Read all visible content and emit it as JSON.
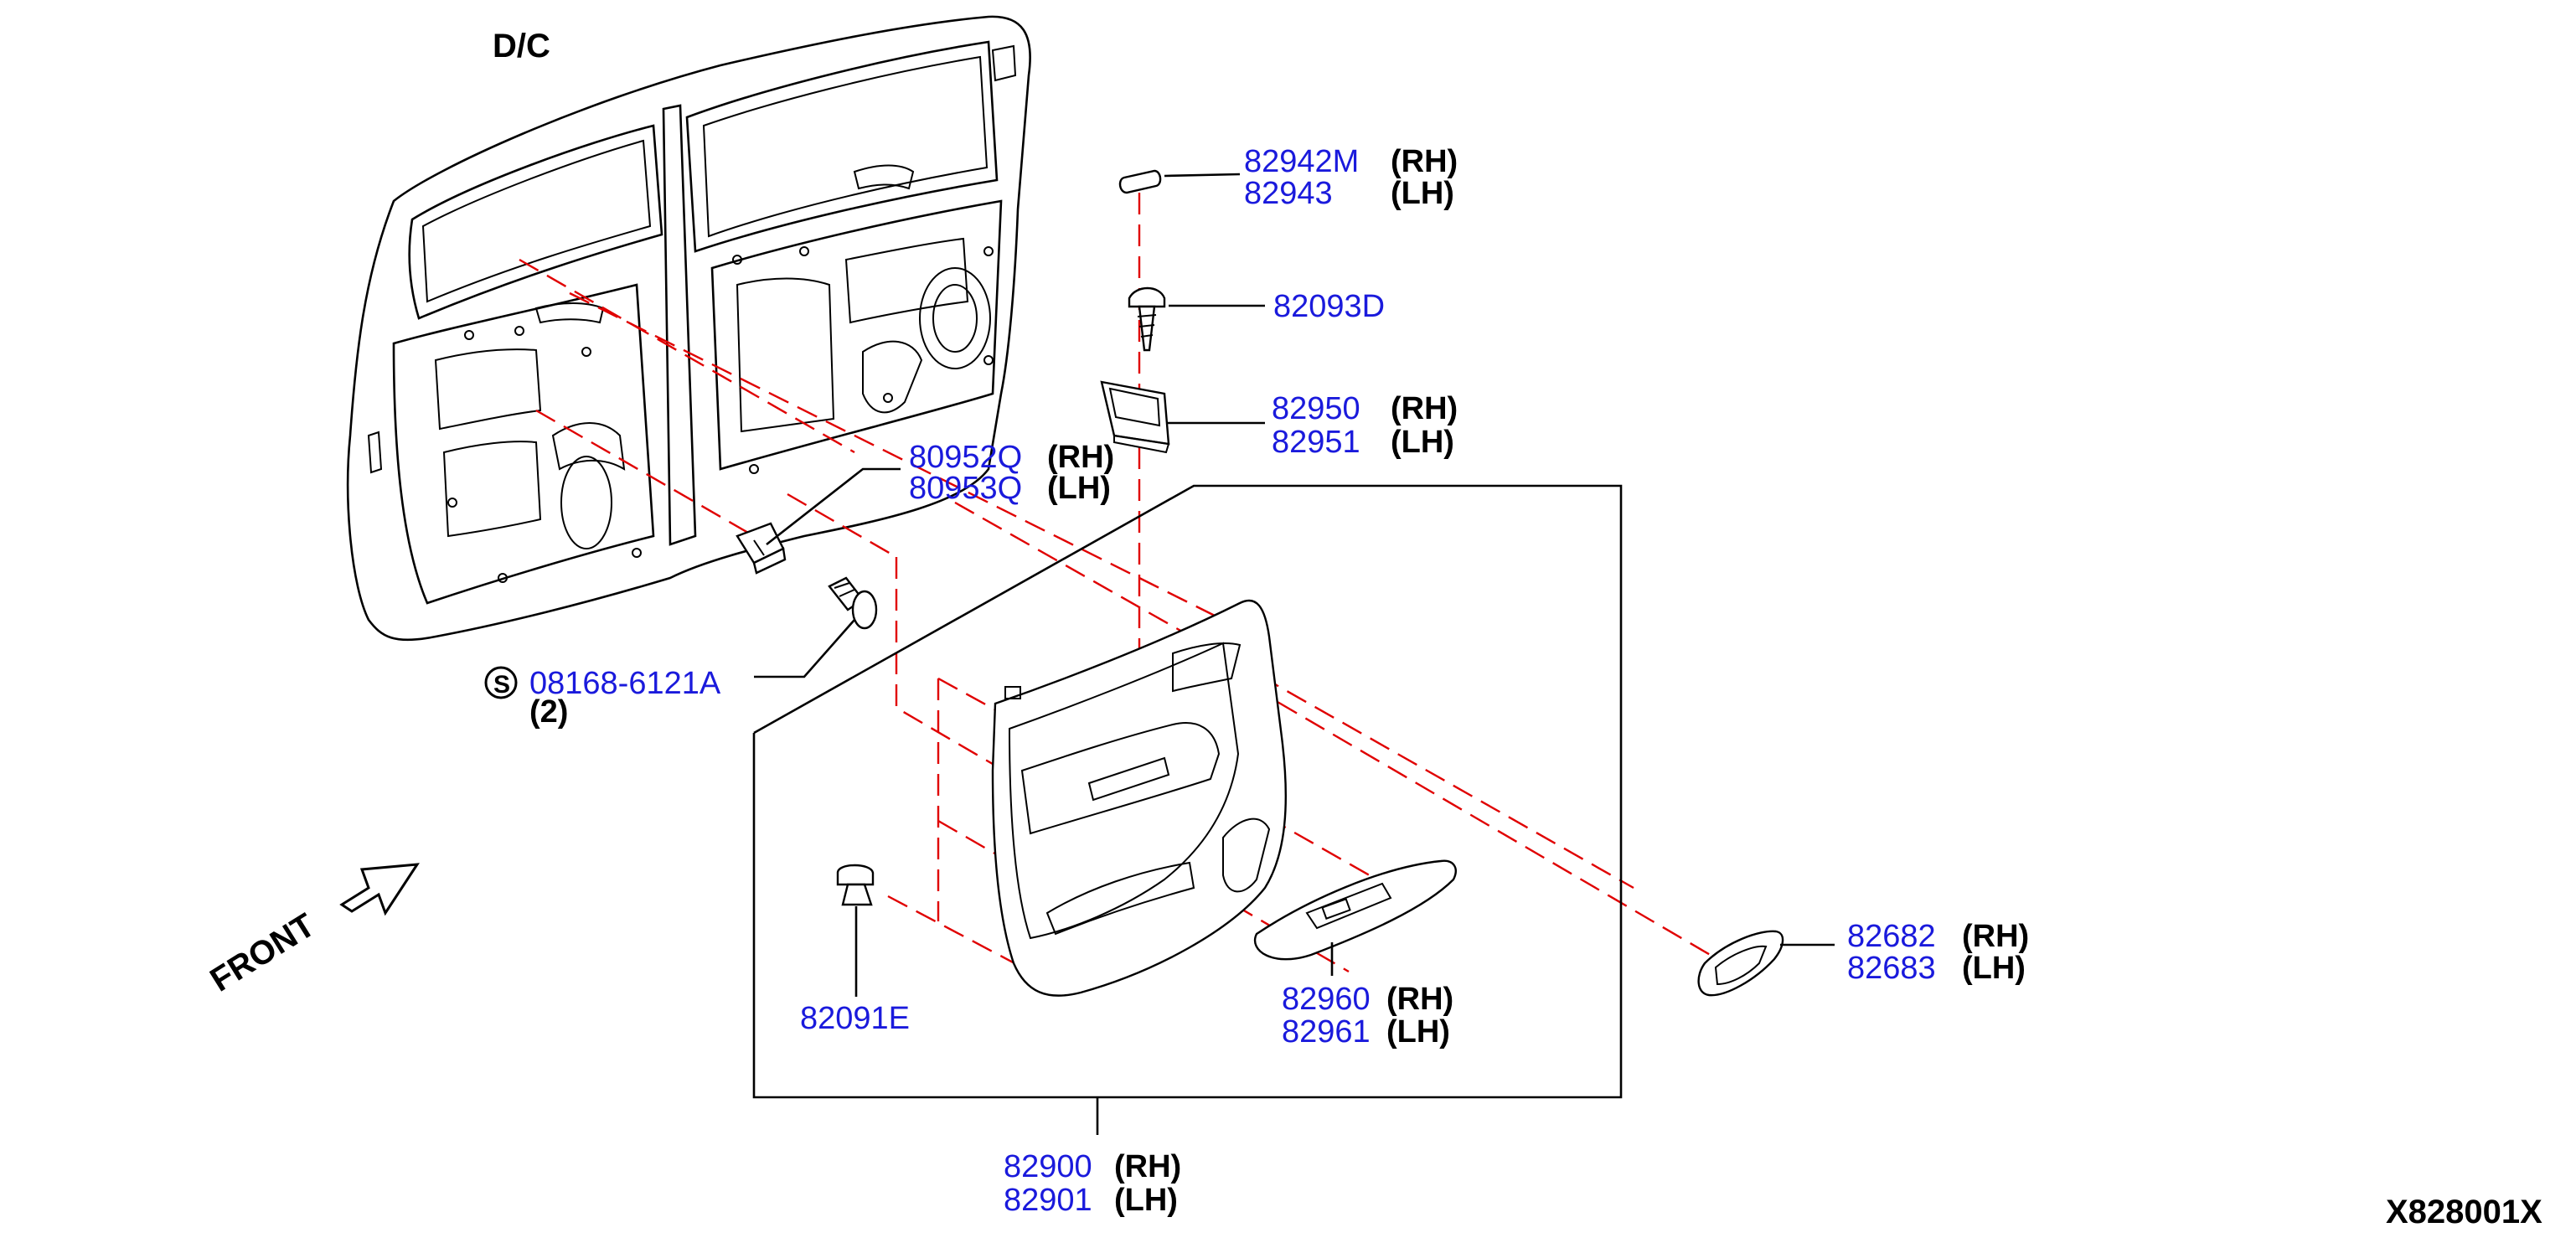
{
  "header": {
    "model_code": "D/C",
    "diagram_id": "X828001X"
  },
  "front_arrow": {
    "label": "FRONT"
  },
  "callouts": {
    "p82942": {
      "part_rh": "82942M",
      "side_rh": "(RH)",
      "part_lh": "82943",
      "side_lh": "(LH)"
    },
    "p82093": {
      "part": "82093D"
    },
    "p82950": {
      "part_rh": "82950",
      "side_rh": "(RH)",
      "part_lh": "82951",
      "side_lh": "(LH)"
    },
    "p80952": {
      "part_rh": "80952Q",
      "side_rh": "(RH)",
      "part_lh": "80953Q",
      "side_lh": "(LH)"
    },
    "p08168": {
      "part": "08168-6121A",
      "qty": "(2)",
      "symbol": "S"
    },
    "p82091": {
      "part": "82091E"
    },
    "p82960": {
      "part_rh": "82960",
      "side_rh": "(RH)",
      "part_lh": "82961",
      "side_lh": "(LH)"
    },
    "p82682": {
      "part_rh": "82682",
      "side_rh": "(RH)",
      "part_lh": "82683",
      "side_lh": "(LH)"
    },
    "p82900": {
      "part_rh": "82900",
      "side_rh": "(RH)",
      "part_lh": "82901",
      "side_lh": "(LH)"
    }
  },
  "colors": {
    "part_number": "#1a1adc",
    "leader": "#e00000",
    "outline": "#000000"
  },
  "icons": [
    "screw-symbol-icon",
    "front-arrow-icon"
  ]
}
